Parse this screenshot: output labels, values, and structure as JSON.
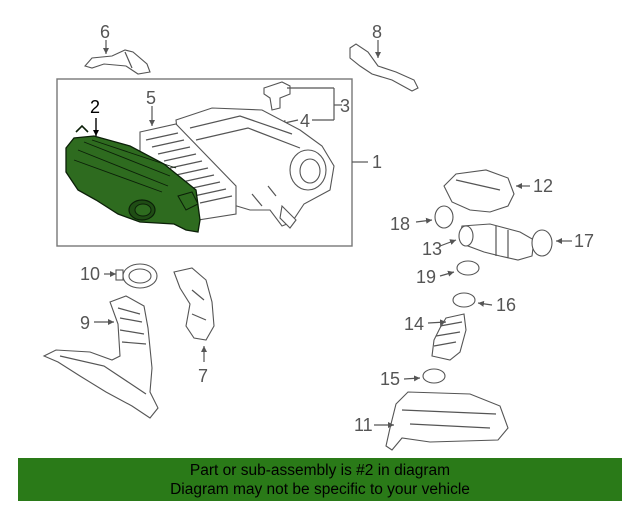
{
  "labels": {
    "l1": "1",
    "l2": "2",
    "l3": "3",
    "l4": "4",
    "l5": "5",
    "l6": "6",
    "l7": "7",
    "l8": "8",
    "l9": "9",
    "l10": "10",
    "l11": "11",
    "l12": "12",
    "l13": "13",
    "l14": "14",
    "l15": "15",
    "l16": "16",
    "l17": "17",
    "l18": "18",
    "l19": "19"
  },
  "highlighted_part": "2",
  "colors": {
    "highlight": "#2e6b1f",
    "banner": "#2a7a18",
    "lines": "#555555"
  },
  "banner": {
    "line1": "Part or sub-assembly is #2 in diagram",
    "line2": "Diagram may not be specific to your vehicle"
  }
}
